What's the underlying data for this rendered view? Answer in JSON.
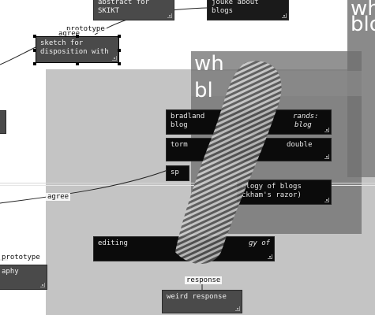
{
  "edges": {
    "prototype_top": "prototype",
    "agree_top": "agree",
    "agree_mid": "agree",
    "prototype_left": "prototype",
    "response": "response"
  },
  "nodes": {
    "abstract": "abstract for SKIKT",
    "jouke": "jouke about blogs",
    "sketch": "sketch for disposition with",
    "bradland": "bradland",
    "blog": "blog",
    "rands": "rands:",
    "blog_italic": "blog",
    "torm": "torm",
    "double": "double",
    "sp": "sp",
    "ology": "ology of blogs",
    "ockham": "ckham's razor)",
    "editing": "editing",
    "gy_of": "gy of",
    "aphy": "aphy",
    "weird": "weird response"
  },
  "overlays": {
    "title_right": "wh",
    "title_right_line2": "blo",
    "title_center": "wh",
    "title_center_line2": "bl"
  }
}
